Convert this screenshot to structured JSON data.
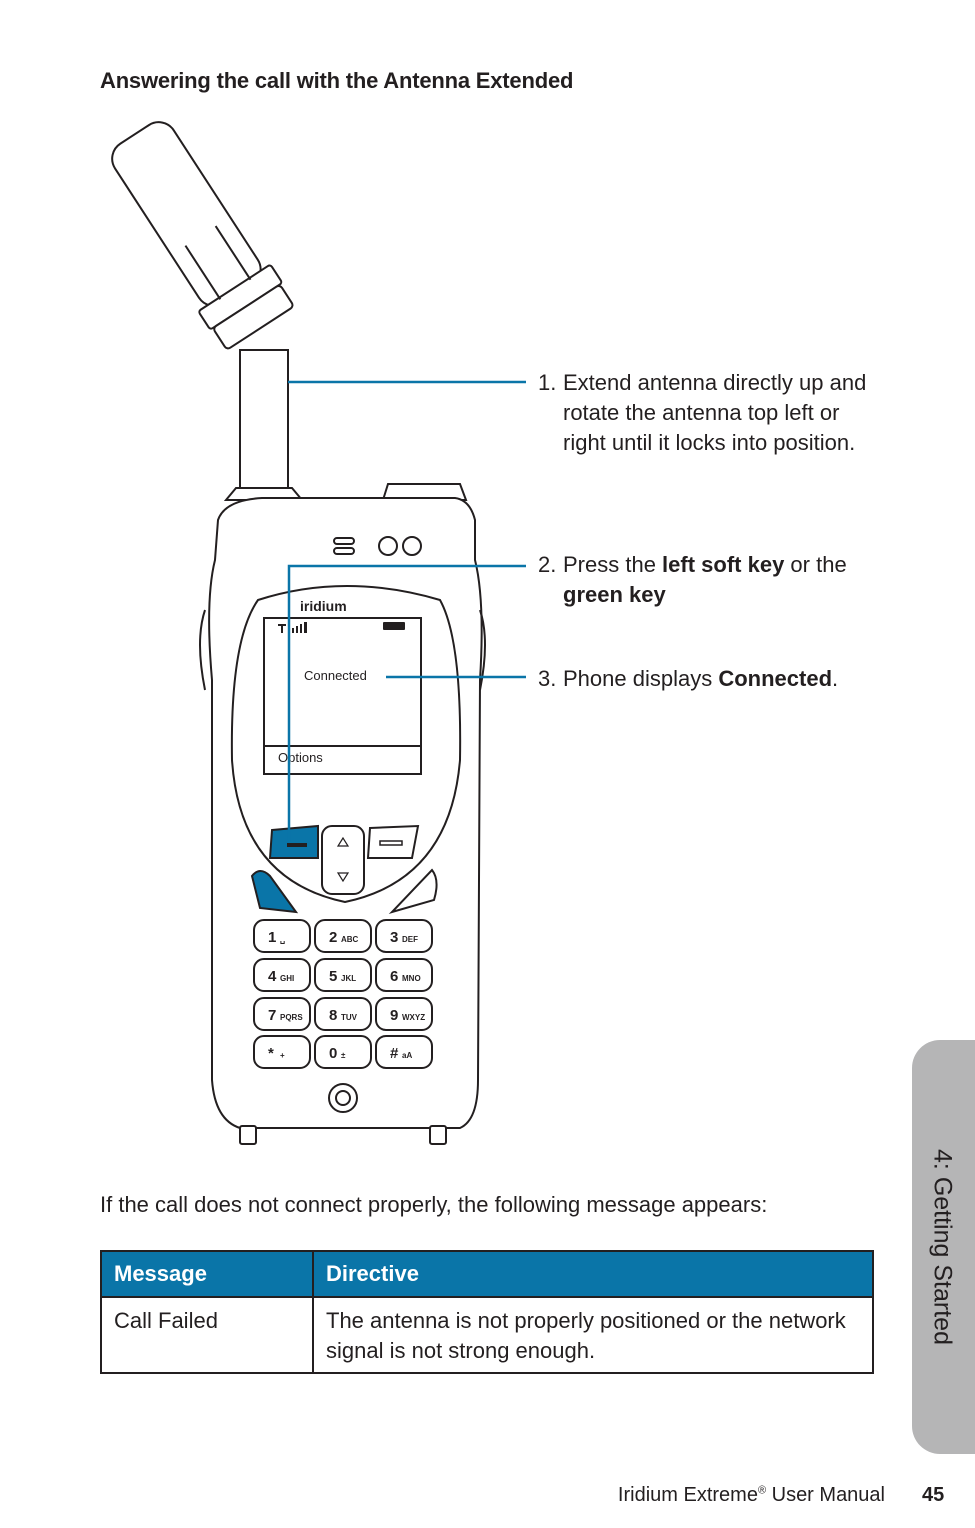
{
  "heading": "Answering the call with the Antenna Extended",
  "phone": {
    "brand": "iridium",
    "screen_status": "Connected",
    "screen_softkey": "Options",
    "keypad": [
      {
        "digit": "1",
        "letters": "␣"
      },
      {
        "digit": "2",
        "letters": "ABC"
      },
      {
        "digit": "3",
        "letters": "DEF"
      },
      {
        "digit": "4",
        "letters": "GHI"
      },
      {
        "digit": "5",
        "letters": "JKL"
      },
      {
        "digit": "6",
        "letters": "MNO"
      },
      {
        "digit": "7",
        "letters": "PQRS"
      },
      {
        "digit": "8",
        "letters": "TUV"
      },
      {
        "digit": "9",
        "letters": "WXYZ"
      },
      {
        "digit": "*",
        "letters": "+"
      },
      {
        "digit": "0",
        "letters": "±"
      },
      {
        "digit": "#",
        "letters": "aA"
      }
    ]
  },
  "callouts": [
    {
      "number": "1.",
      "text": "Extend antenna directly up and rotate the antenna top left or right until it locks into position."
    },
    {
      "number": "2.",
      "before": "Press the ",
      "bold1": "left soft key",
      "middle": " or the ",
      "bold2": "green key"
    },
    {
      "number": "3.",
      "before": "Phone displays ",
      "bold1": "Connected",
      "after": "."
    }
  ],
  "paragraph": "If the call does not connect properly, the following message appears:",
  "table": {
    "headers": [
      "Message",
      "Directive"
    ],
    "rows": [
      [
        "Call Failed",
        "The antenna is not properly positioned or the network signal is not strong enough."
      ]
    ]
  },
  "side_tab": "4: Getting Started",
  "footer": {
    "manual_title": "Iridium Extreme",
    "reg_mark": "®",
    "manual_suffix": " User Manual",
    "page_number": "45"
  },
  "colors": {
    "accent_blue": "#0a75a8",
    "tab_gray": "#b5b5b6",
    "text": "#231f20"
  }
}
